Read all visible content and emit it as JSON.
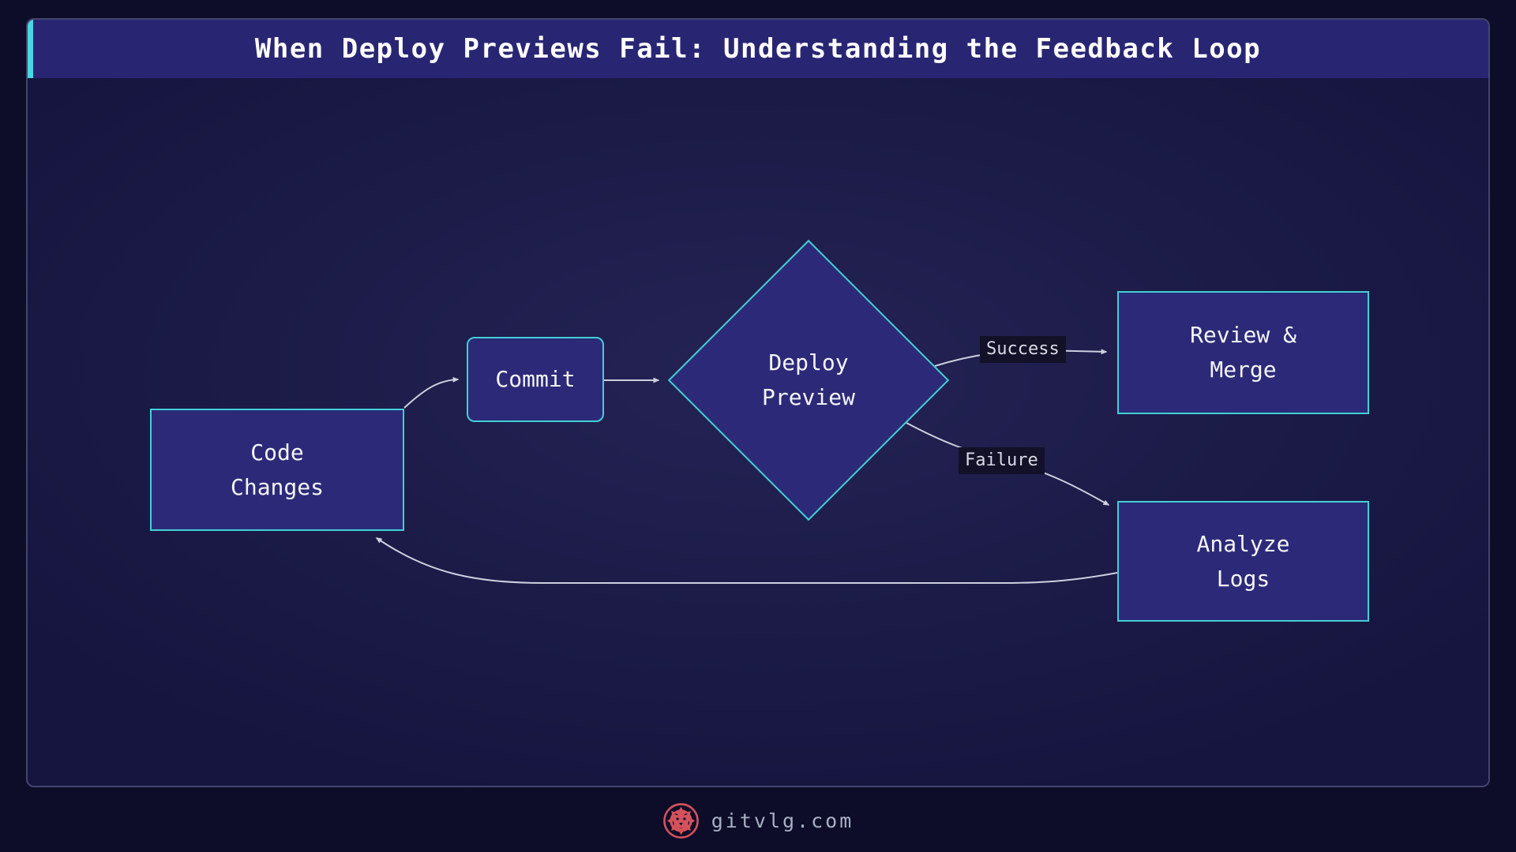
{
  "header": {
    "title": "When Deploy Previews Fail: Understanding the Feedback Loop"
  },
  "diagram": {
    "nodes": {
      "code_changes": {
        "shape": "rectangle",
        "lines": [
          "Code",
          "Changes"
        ]
      },
      "commit": {
        "shape": "rounded-rectangle",
        "lines": [
          "Commit"
        ]
      },
      "deploy_preview": {
        "shape": "diamond",
        "lines": [
          "Deploy",
          "Preview"
        ]
      },
      "review_merge": {
        "shape": "rectangle",
        "lines": [
          "Review &",
          "Merge"
        ]
      },
      "analyze_logs": {
        "shape": "rectangle",
        "lines": [
          "Analyze",
          "Logs"
        ]
      }
    },
    "edge_labels": {
      "success": "Success",
      "failure": "Failure"
    },
    "flow": [
      "code_changes -> commit",
      "commit -> deploy_preview",
      "deploy_preview -> review_merge : Success",
      "deploy_preview -> analyze_logs : Failure",
      "analyze_logs -> code_changes"
    ]
  },
  "footer": {
    "site": "gitvlg.com"
  },
  "colors": {
    "page_bg": "#0e0d29",
    "panel_bg": "#1d1c49",
    "panel_border": "#45446f",
    "title_bar_bg": "#282673",
    "accent_cyan": "#49d6e2",
    "node_fill": "#2c2a78",
    "node_border": "#43cfd4",
    "edge_line": "#ccd0df",
    "edge_label_bg": "#121127",
    "text_primary": "#f5f5fa",
    "footer_text": "#a8b0c4",
    "logo_red": "#d5525b"
  }
}
